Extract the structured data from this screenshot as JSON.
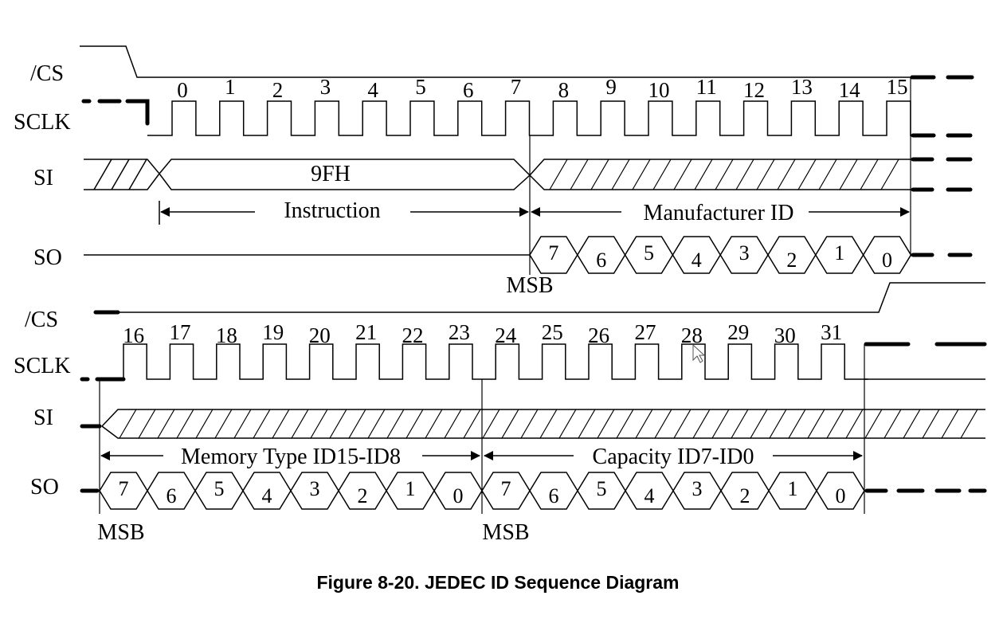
{
  "caption": "Figure 8-20. JEDEC ID Sequence Diagram",
  "signals": {
    "cs": "/CS",
    "sclk": "SCLK",
    "si": "SI",
    "so": "SO"
  },
  "top": {
    "clock_numbers": [
      "0",
      "1",
      "2",
      "3",
      "4",
      "5",
      "6",
      "7",
      "8",
      "9",
      "10",
      "11",
      "12",
      "13",
      "14",
      "15"
    ],
    "si_data": "9FH",
    "instruction_label": "Instruction",
    "manufacturer_label": "Manufacturer ID",
    "so_bits": [
      "7",
      "6",
      "5",
      "4",
      "3",
      "2",
      "1",
      "0"
    ],
    "msb_label": "MSB"
  },
  "bottom": {
    "clock_numbers": [
      "16",
      "17",
      "18",
      "19",
      "20",
      "21",
      "22",
      "23",
      "24",
      "25",
      "26",
      "27",
      "28",
      "29",
      "30",
      "31"
    ],
    "memtype_label": "Memory Type ID15-ID8",
    "capacity_label": "Capacity ID7-ID0",
    "so_bits_a": [
      "7",
      "6",
      "5",
      "4",
      "3",
      "2",
      "1",
      "0"
    ],
    "so_bits_b": [
      "7",
      "6",
      "5",
      "4",
      "3",
      "2",
      "1",
      "0"
    ],
    "msb_label_a": "MSB",
    "msb_label_b": "MSB"
  }
}
